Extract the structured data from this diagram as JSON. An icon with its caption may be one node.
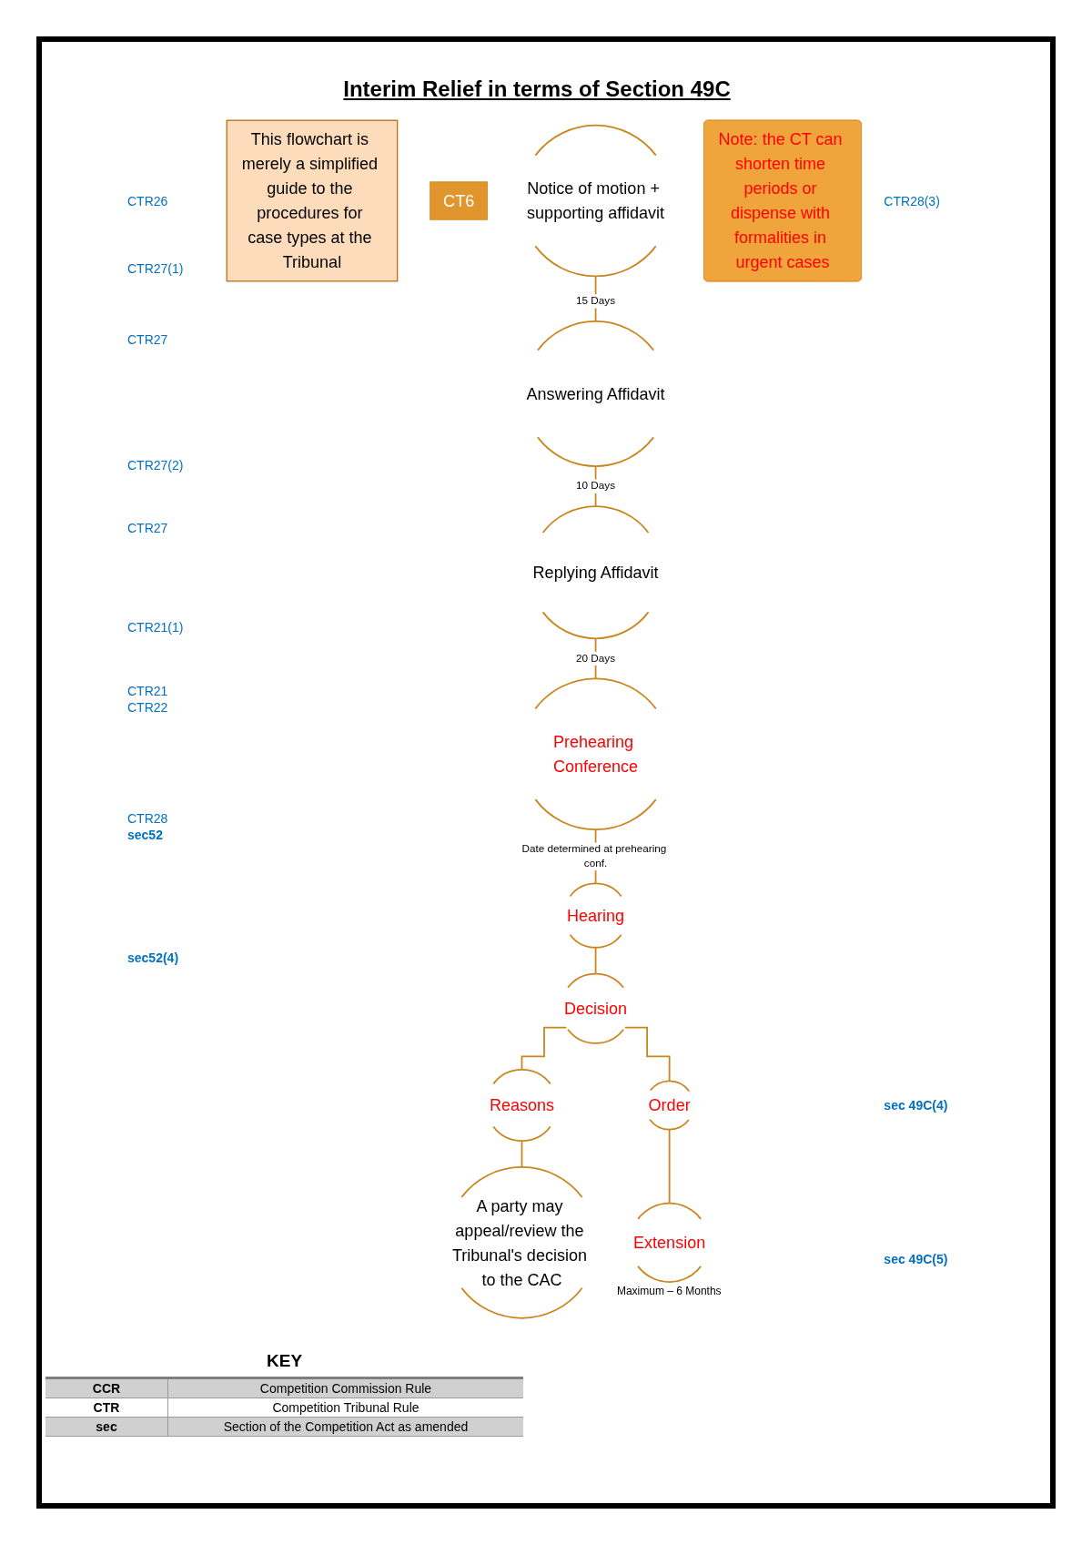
{
  "diagram": {
    "title": "Interim Relief in terms of Section 49C",
    "nodes": [
      {
        "text": [
          "This flowchart is merely a simplified guide to the procedures for case types at the Tribunal"
        ]
      },
      {
        "text": [
          "CT6"
        ]
      },
      {
        "text": [
          "Notice of motion + supporting affidavit"
        ]
      },
      {
        "text": [
          "Note: the CT can shorten time periods or dispense with formalities in urgent cases"
        ]
      },
      {
        "text": [
          "Answering Affidavit"
        ]
      },
      {
        "text": [
          "Replying Affidavit"
        ]
      },
      {
        "text": [
          "Prehearing Conference"
        ]
      },
      {
        "text": [
          "Hearing"
        ]
      },
      {
        "text": [
          "Decision"
        ]
      },
      {
        "text": [
          "Reasons"
        ]
      },
      {
        "text": [
          "Order"
        ]
      },
      {
        "text": [
          "A party may appeal/review the Tribunal's decision to the CAC"
        ]
      },
      {
        "text": [
          "Extension"
        ],
        "beside": [
          "Maximum – 6 Months"
        ]
      }
    ],
    "edges": [
      {
        "from": 2,
        "to": 4,
        "arrow": "none",
        "label": "15 Days"
      },
      {
        "from": 4,
        "to": 5,
        "arrow": "none",
        "label": "10 Days"
      },
      {
        "from": 5,
        "to": 6,
        "arrow": "none",
        "label": "20 Days"
      },
      {
        "from": 6,
        "to": 7,
        "arrow": "none",
        "label": "Date determined at prehearing conf."
      },
      {
        "from": 7,
        "to": 8,
        "arrow": "none"
      },
      {
        "from": 8,
        "to": 9,
        "arrow": "none"
      },
      {
        "from": 8,
        "to": 10,
        "arrow": "none"
      },
      {
        "from": 9,
        "to": 11,
        "arrow": "none"
      },
      {
        "from": 10,
        "to": 12,
        "arrow": "none"
      }
    ],
    "labels": [
      "CTR26",
      "CTR28(3)",
      "CTR27(1)",
      "CTR27",
      "CTR27(2)",
      "CTR27",
      "CTR21(1)",
      "CTR21",
      "CTR22",
      "CTR28",
      "sec52",
      "sec52(4)",
      "sec 49C(4)",
      "sec 49C(5)",
      "KEY",
      "CCR",
      "Competition Commission Rule",
      "CTR",
      "Competition Tribunal Rule",
      "sec",
      "Section of the Competition Act as amended"
    ]
  }
}
